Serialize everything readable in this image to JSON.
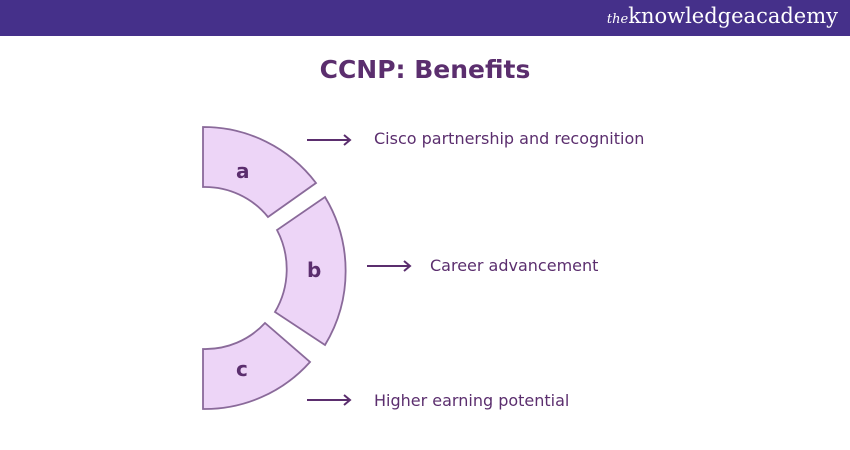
{
  "brand": {
    "prefix": "the",
    "name": "knowledgeacademy"
  },
  "title": "CCNP: Benefits",
  "colors": {
    "header": "#45308a",
    "text": "#5b2e6e",
    "segment_fill": "#edd5f7",
    "segment_stroke": "#8a6a9a"
  },
  "items": [
    {
      "letter": "a",
      "label": "Cisco partnership and recognition"
    },
    {
      "letter": "b",
      "label": "Career advancement"
    },
    {
      "letter": "c",
      "label": "Higher earning potential"
    }
  ]
}
